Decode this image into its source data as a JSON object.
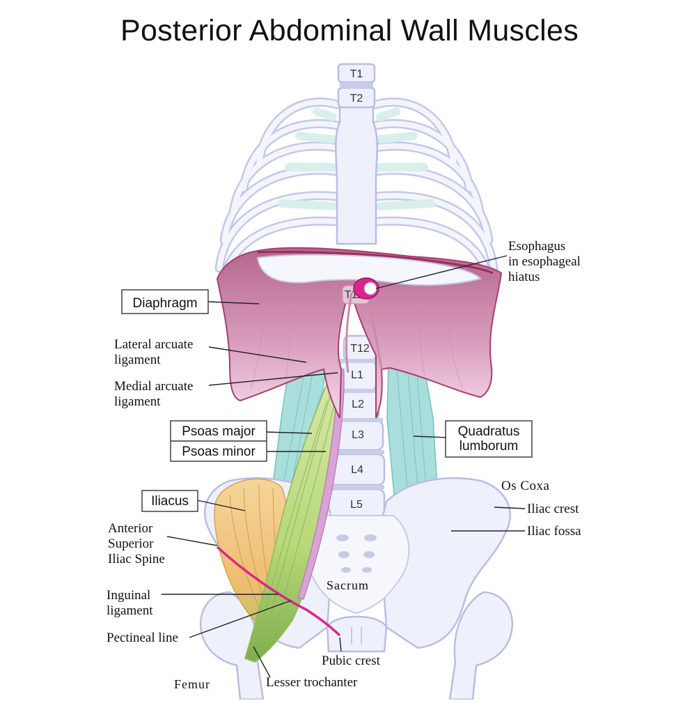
{
  "title": "Posterior Abdominal Wall Muscles",
  "vertebrae": {
    "t1": "T1",
    "t2": "T2",
    "t11": "T11",
    "t12": "T12",
    "l1": "L1",
    "l2": "L2",
    "l3": "L3",
    "l4": "L4",
    "l5": "L5"
  },
  "labels": {
    "diaphragm": "Diaphragm",
    "esophagus_1": "Esophagus",
    "esophagus_2": "in esophageal",
    "esophagus_3": "hiatus",
    "lateral_arcuate_1": "Lateral arcuate",
    "lateral_arcuate_2": "ligament",
    "medial_arcuate_1": "Medial arcuate",
    "medial_arcuate_2": "ligament",
    "psoas_major": "Psoas major",
    "psoas_minor": "Psoas minor",
    "quadratus_1": "Quadratus",
    "quadratus_2": "lumborum",
    "os_coxa": "Os Coxa",
    "iliac_crest": "Iliac crest",
    "iliac_fossa": "Iliac fossa",
    "iliacus": "Iliacus",
    "asis_1": "Anterior",
    "asis_2": "Superior",
    "asis_3": "Iliac Spine",
    "sacrum": "Sacrum",
    "inguinal_1": "Inguinal",
    "inguinal_2": "ligament",
    "pectineal": "Pectineal line",
    "pubic_crest": "Pubic crest",
    "femur": "Femur",
    "lesser_trochanter": "Lesser trochanter"
  },
  "colors": {
    "diaphragm_top": "#b4668c",
    "diaphragm_bottom": "#f3d3e6",
    "psoas_major": "#b7d879",
    "psoas_minor": "#d9a3d6",
    "quadratus": "#a9dedd",
    "iliacus": "#f3c982",
    "ligament": "#d9268a",
    "bone_fill": "#eef0fb",
    "bone_stroke": "#b9bde3"
  }
}
